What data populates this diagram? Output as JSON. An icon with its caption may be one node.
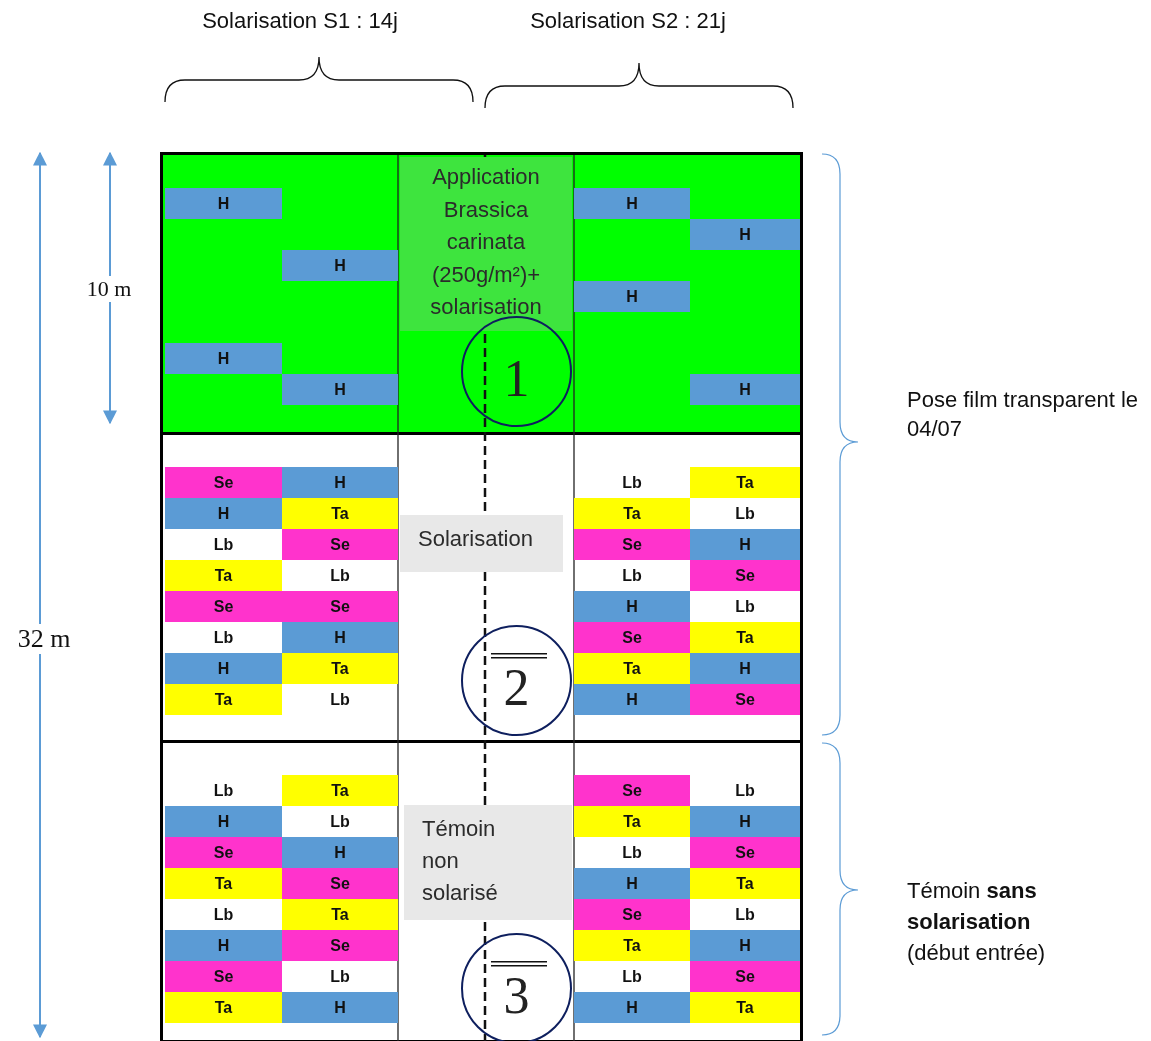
{
  "diagram": {
    "nodes": [
      {
        "text": [],
        "shape": "box"
      },
      {
        "text": [
          "Application Brassica carinata (250g/m²)+ solarisation"
        ],
        "in": 0
      },
      {
        "text": [
          "1"
        ],
        "in": 0
      },
      {
        "text": [
          "H"
        ],
        "in": 0
      },
      {
        "text": [
          "H"
        ],
        "in": 0
      },
      {
        "text": [
          "H"
        ],
        "in": 0
      },
      {
        "text": [
          "H"
        ],
        "in": 0
      },
      {
        "text": [
          "H"
        ],
        "in": 0
      },
      {
        "text": [
          "H"
        ],
        "in": 0
      },
      {
        "text": [
          "H"
        ],
        "in": 0
      },
      {
        "text": [
          "H"
        ],
        "in": 0
      },
      {
        "text": [],
        "shape": "box"
      },
      {
        "text": [
          "Solarisation"
        ],
        "in": 11
      },
      {
        "text": [
          "2"
        ],
        "in": 11
      },
      {
        "text": [
          "Se"
        ],
        "in": 11
      },
      {
        "text": [
          "H"
        ],
        "in": 11
      },
      {
        "text": [
          "Lb"
        ],
        "in": 11
      },
      {
        "text": [
          "Ta"
        ],
        "in": 11
      },
      {
        "text": [
          "H"
        ],
        "in": 11
      },
      {
        "text": [
          "Ta"
        ],
        "in": 11
      },
      {
        "text": [
          "Ta"
        ],
        "in": 11
      },
      {
        "text": [
          "Lb"
        ],
        "in": 11
      },
      {
        "text": [
          "Lb"
        ],
        "in": 11
      },
      {
        "text": [
          "Se"
        ],
        "in": 11
      },
      {
        "text": [
          "Se"
        ],
        "in": 11
      },
      {
        "text": [
          "H"
        ],
        "in": 11
      },
      {
        "text": [
          "Ta"
        ],
        "in": 11
      },
      {
        "text": [
          "Lb"
        ],
        "in": 11
      },
      {
        "text": [
          "Lb"
        ],
        "in": 11
      },
      {
        "text": [
          "Se"
        ],
        "in": 11
      },
      {
        "text": [
          "Se"
        ],
        "in": 11
      },
      {
        "text": [
          "Se"
        ],
        "in": 11
      },
      {
        "text": [
          "H"
        ],
        "in": 11
      },
      {
        "text": [
          "Lb"
        ],
        "in": 11
      },
      {
        "text": [
          "Lb"
        ],
        "in": 11
      },
      {
        "text": [
          "H"
        ],
        "in": 11
      },
      {
        "text": [
          "Se"
        ],
        "in": 11
      },
      {
        "text": [
          "Ta"
        ],
        "in": 11
      },
      {
        "text": [
          "H"
        ],
        "in": 11
      },
      {
        "text": [
          "Ta"
        ],
        "in": 11
      },
      {
        "text": [
          "Ta"
        ],
        "in": 11
      },
      {
        "text": [
          "H"
        ],
        "in": 11
      },
      {
        "text": [
          "Ta"
        ],
        "in": 11
      },
      {
        "text": [
          "Lb"
        ],
        "in": 11
      },
      {
        "text": [
          "H"
        ],
        "in": 11
      },
      {
        "text": [
          "Se"
        ],
        "in": 11
      },
      {
        "text": [],
        "shape": "box"
      },
      {
        "text": [
          "Témoin non solarisé"
        ],
        "in": 46
      },
      {
        "text": [
          "3"
        ],
        "in": 46
      },
      {
        "text": [
          "Lb"
        ],
        "in": 46
      },
      {
        "text": [
          "Ta"
        ],
        "in": 46
      },
      {
        "text": [
          "Se"
        ],
        "in": 46
      },
      {
        "text": [
          "Lb"
        ],
        "in": 46
      },
      {
        "text": [
          "H"
        ],
        "in": 46
      },
      {
        "text": [
          "Lb"
        ],
        "in": 46
      },
      {
        "text": [
          "Ta"
        ],
        "in": 46
      },
      {
        "text": [
          "H"
        ],
        "in": 46
      },
      {
        "text": [
          "Se"
        ],
        "in": 46
      },
      {
        "text": [
          "H"
        ],
        "in": 46
      },
      {
        "text": [
          "Lb"
        ],
        "in": 46
      },
      {
        "text": [
          "Se"
        ],
        "in": 46
      },
      {
        "text": [
          "Ta"
        ],
        "in": 46
      },
      {
        "text": [
          "Se"
        ],
        "in": 46
      },
      {
        "text": [
          "H"
        ],
        "in": 46
      },
      {
        "text": [
          "Ta"
        ],
        "in": 46
      },
      {
        "text": [
          "Lb"
        ],
        "in": 46
      },
      {
        "text": [
          "Ta"
        ],
        "in": 46
      },
      {
        "text": [
          "Se"
        ],
        "in": 46
      },
      {
        "text": [
          "Lb"
        ],
        "in": 46
      },
      {
        "text": [
          "H"
        ],
        "in": 46
      },
      {
        "text": [
          "Se"
        ],
        "in": 46
      },
      {
        "text": [
          "Ta"
        ],
        "in": 46
      },
      {
        "text": [
          "H"
        ],
        "in": 46
      },
      {
        "text": [
          "Se"
        ],
        "in": 46
      },
      {
        "text": [
          "Lb"
        ],
        "in": 46
      },
      {
        "text": [
          "Lb"
        ],
        "in": 46
      },
      {
        "text": [
          "Se"
        ],
        "in": 46
      },
      {
        "text": [
          "Ta"
        ],
        "in": 46
      },
      {
        "text": [
          "H"
        ],
        "in": 46
      },
      {
        "text": [
          "H"
        ],
        "in": 46
      },
      {
        "text": [
          "Ta"
        ],
        "in": 46
      }
    ],
    "labels": [
      "Solarisation S1 : 14j",
      "Solarisation S2 : 21j",
      "10 m",
      "Pose film transparent le 04/07",
      "32 m",
      "Témoin **sans solarisation** (début entrée)"
    ]
  }
}
